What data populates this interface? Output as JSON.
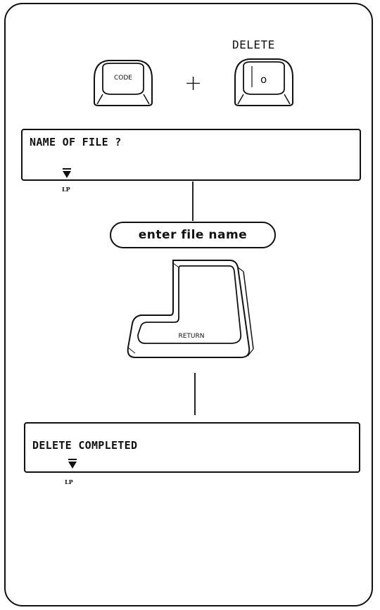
{
  "keys": {
    "code_label": "CODE",
    "delete_key_char": "o",
    "delete_caption": "DELETE",
    "plus": "+",
    "return_label": "RETURN"
  },
  "screen1": {
    "message": "NAME OF FILE ?",
    "cursor_label": "LP"
  },
  "input_step": {
    "label": "enter file name"
  },
  "screen2": {
    "message": "DELETE COMPLETED",
    "cursor_label": "LP"
  }
}
